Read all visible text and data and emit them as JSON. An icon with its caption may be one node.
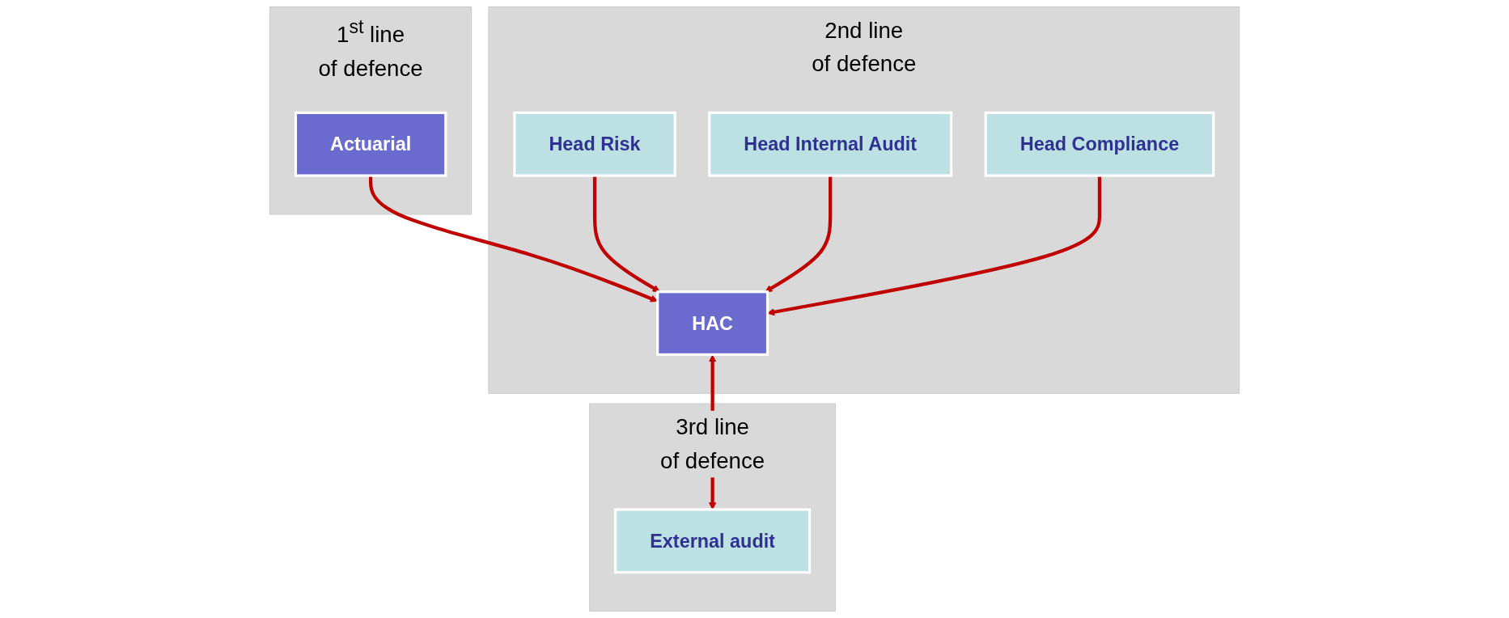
{
  "diagram": {
    "nodes": [
      {
        "text": [
          "1$^{st}$ line",
          "of defence"
        ]
      },
      {
        "text": [
          "Actuarial"
        ],
        "in": 0
      },
      {
        "text": [
          "2nd line",
          "of defence"
        ]
      },
      {
        "text": [
          "HAC"
        ],
        "in": 2
      },
      {
        "text": [
          "Head Risk"
        ],
        "in": 2
      },
      {
        "text": [
          "Head Internal Audit"
        ],
        "in": 2
      },
      {
        "text": [
          "Head Compliance"
        ],
        "in": 2
      },
      {
        "text": [
          "3rd line",
          "of defence"
        ]
      },
      {
        "text": [
          "External audit"
        ],
        "in": 7
      }
    ],
    "edges": [
      {
        "from": 1,
        "to": 3,
        "arrow": "to",
        "color": "#c00000"
      },
      {
        "from": 3,
        "to": 8,
        "arrow": "both",
        "color": "#c00000"
      },
      {
        "from": 4,
        "to": 3,
        "arrow": "to",
        "color": "#c00000"
      },
      {
        "from": 5,
        "to": 3,
        "arrow": "to",
        "color": "#c00000"
      },
      {
        "from": 6,
        "to": 3,
        "arrow": "to",
        "color": "#c00000"
      }
    ]
  }
}
